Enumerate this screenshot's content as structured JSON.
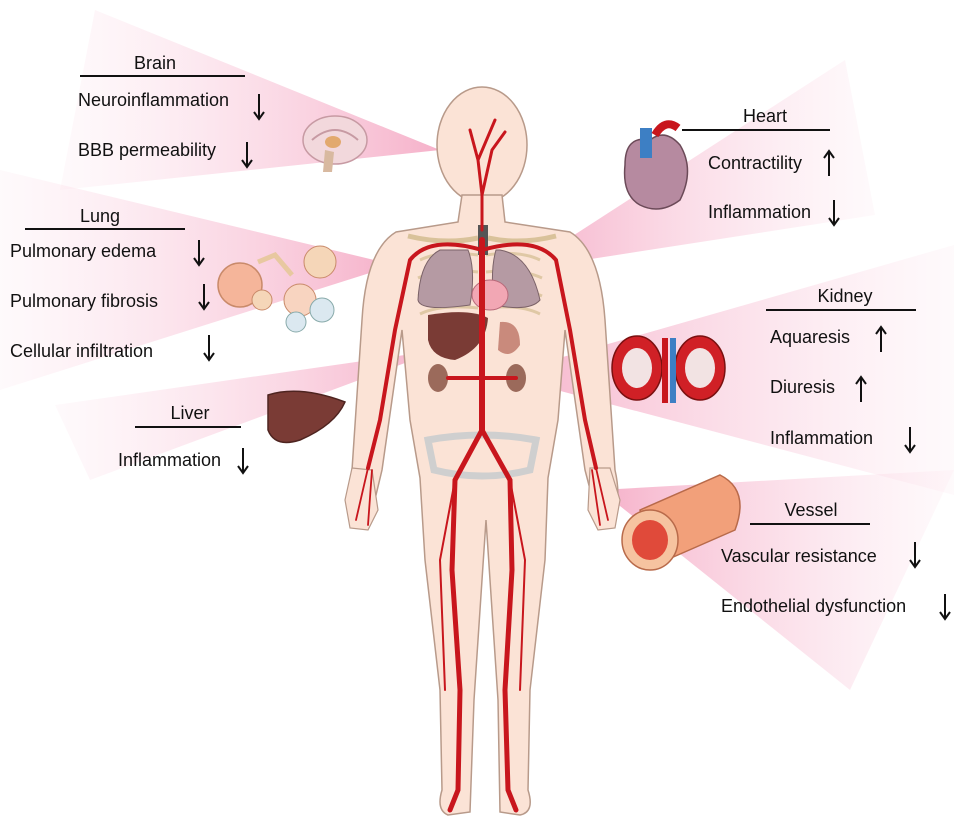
{
  "organs": {
    "brain": {
      "title": "Brain",
      "effects": [
        {
          "label": "Neuroinflammation",
          "direction": "down"
        },
        {
          "label": "BBB permeability",
          "direction": "down"
        }
      ]
    },
    "lung": {
      "title": "Lung",
      "effects": [
        {
          "label": "Pulmonary edema",
          "direction": "down"
        },
        {
          "label": "Pulmonary fibrosis",
          "direction": "down"
        },
        {
          "label": "Cellular infiltration",
          "direction": "down"
        }
      ]
    },
    "liver": {
      "title": "Liver",
      "effects": [
        {
          "label": "Inflammation",
          "direction": "down"
        }
      ]
    },
    "heart": {
      "title": "Heart",
      "effects": [
        {
          "label": "Contractility",
          "direction": "up"
        },
        {
          "label": "Inflammation",
          "direction": "down"
        }
      ]
    },
    "kidney": {
      "title": "Kidney",
      "effects": [
        {
          "label": "Aquaresis",
          "direction": "up"
        },
        {
          "label": "Diuresis",
          "direction": "up"
        },
        {
          "label": "Inflammation",
          "direction": "down"
        }
      ]
    },
    "vessel": {
      "title": "Vessel",
      "effects": [
        {
          "label": "Vascular resistance",
          "direction": "down"
        },
        {
          "label": "Endothelial dysfunction",
          "direction": "down"
        }
      ]
    }
  },
  "colors": {
    "artery": "#c8161d",
    "skin": "#fbe3d6",
    "skin_outline": "#b89a8a",
    "beam": "#f7b9cf",
    "lung": "#b59aa3",
    "liver": "#7a3b35",
    "text": "#111111"
  }
}
